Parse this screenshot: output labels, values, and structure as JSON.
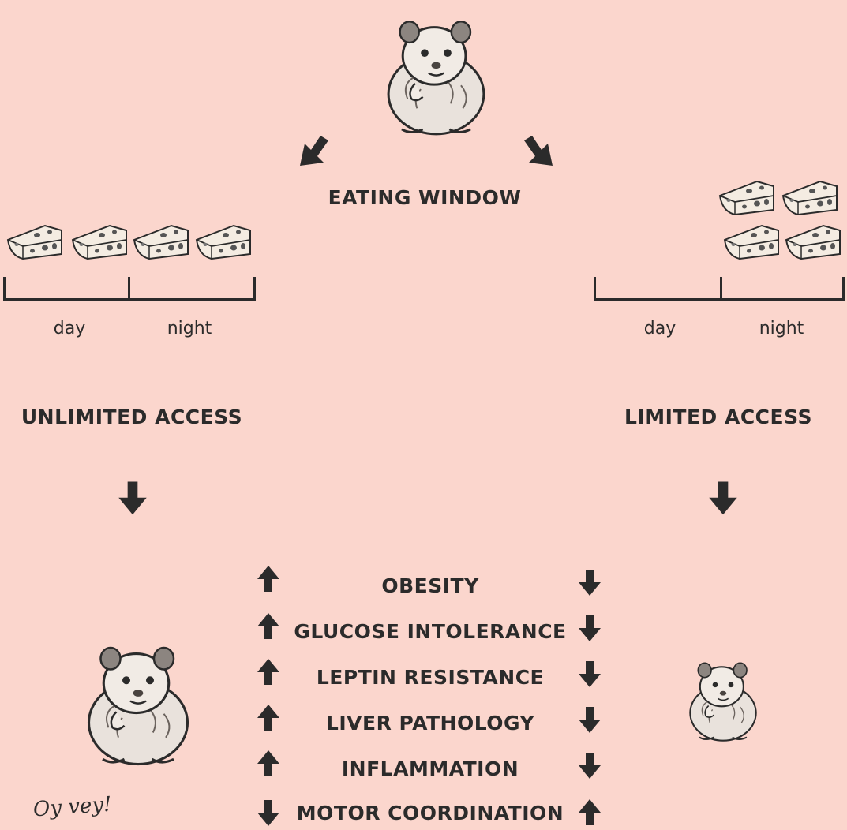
{
  "top": {
    "eating_window": "EATING WINDOW"
  },
  "left": {
    "day_label": "day",
    "night_label": "night",
    "access_label": "UNLIMITED ACCESS",
    "cheese_count": 4
  },
  "right": {
    "day_label": "day",
    "night_label": "night",
    "access_label": "LIMITED ACCESS",
    "cheese_count": 4
  },
  "outcomes": [
    {
      "label": "OBESITY",
      "unlimited": "up",
      "limited": "down"
    },
    {
      "label": "GLUCOSE INTOLERANCE",
      "unlimited": "up",
      "limited": "down"
    },
    {
      "label": "LEPTIN RESISTANCE",
      "unlimited": "up",
      "limited": "down"
    },
    {
      "label": "LIVER PATHOLOGY",
      "unlimited": "up",
      "limited": "down"
    },
    {
      "label": "INFLAMMATION",
      "unlimited": "up",
      "limited": "down"
    },
    {
      "label": "MOTOR COORDINATION",
      "unlimited": "down",
      "limited": "up"
    }
  ],
  "exclamation": "Oy vey!",
  "colors": {
    "background": "#fbd6cd",
    "ink": "#2b2b2b",
    "cheese": "#f4ece2"
  },
  "icons": [
    "hamster-icon",
    "cheese-icon",
    "arrow-up-icon",
    "arrow-down-icon"
  ]
}
